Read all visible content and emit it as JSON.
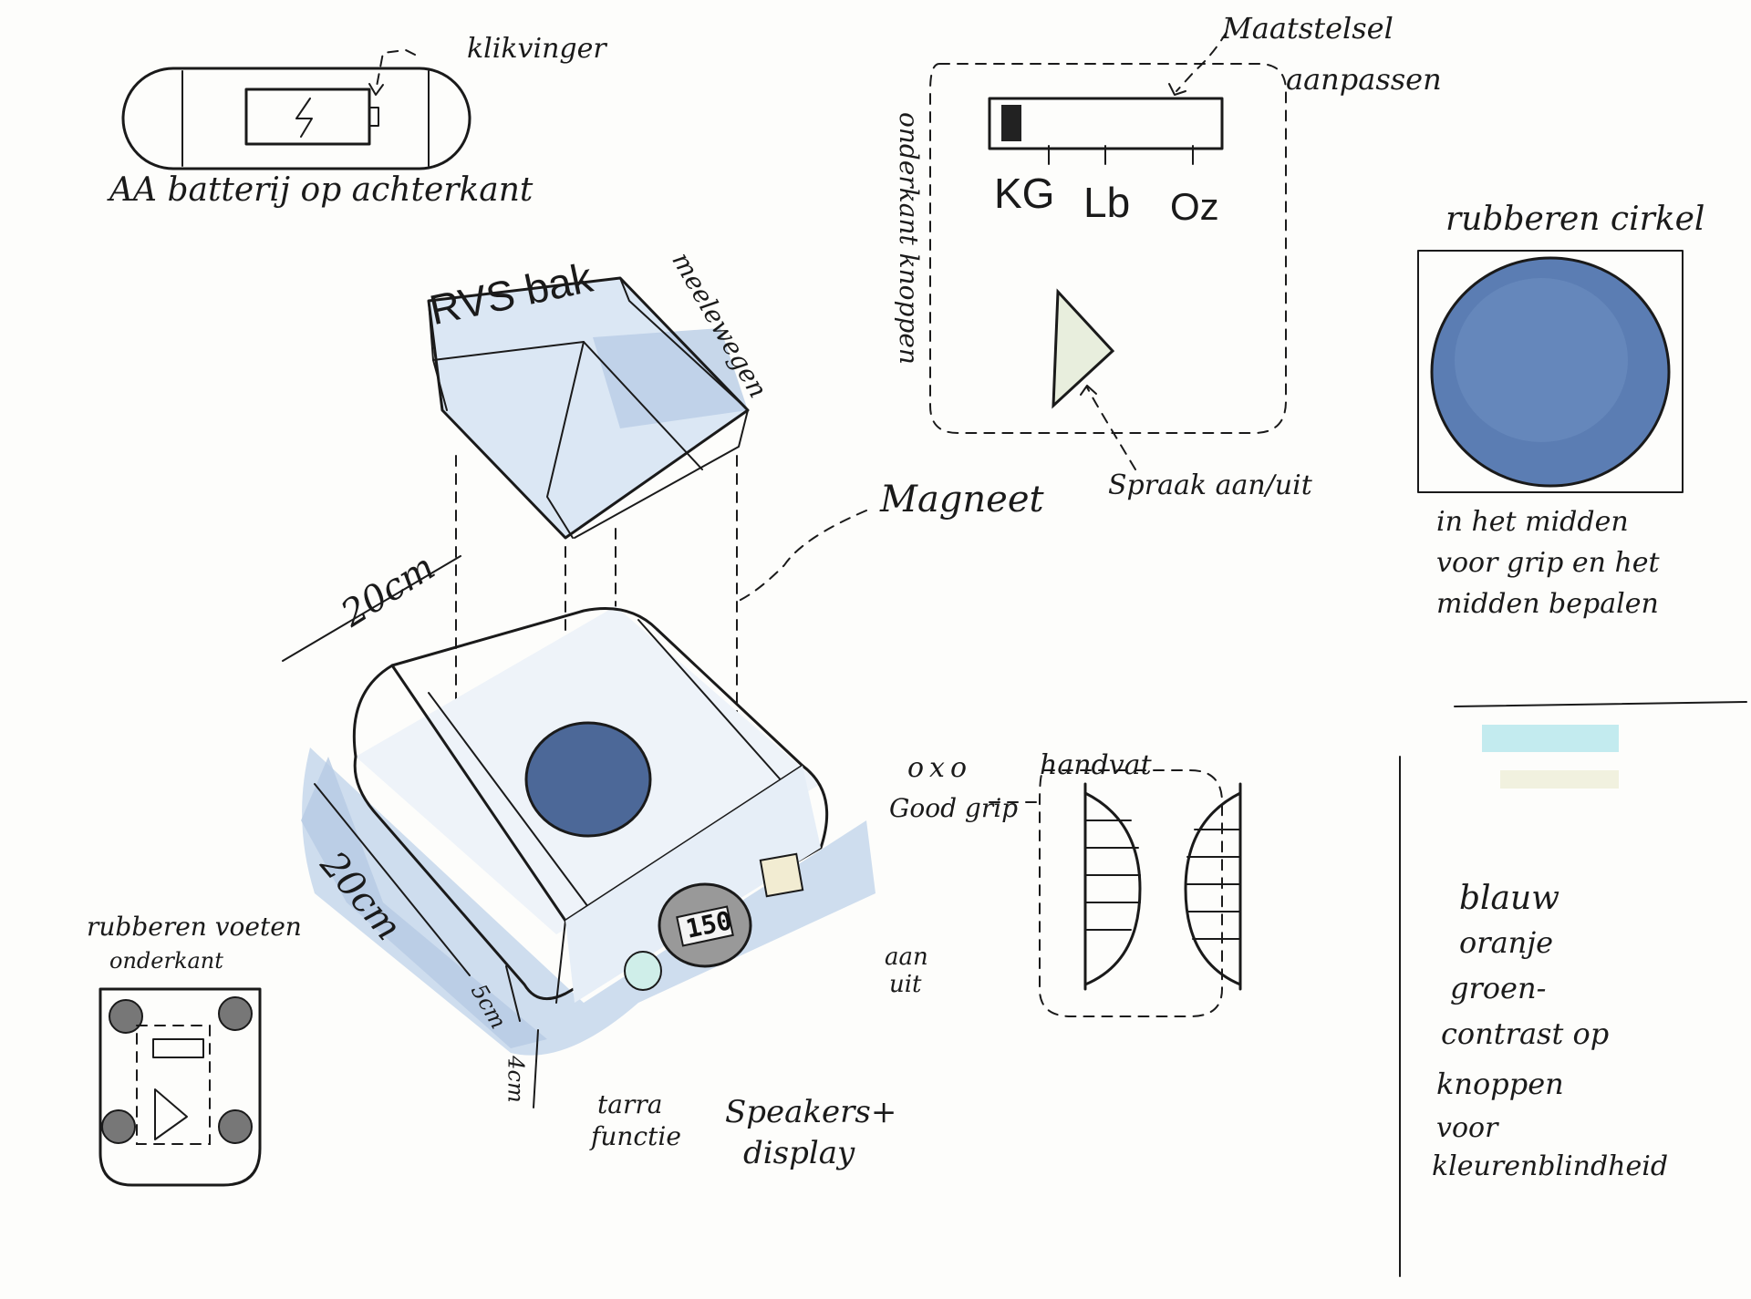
{
  "colors": {
    "ink": "#1a1a1a",
    "blue_wash": "#b9cde6",
    "rubber_blue": "#5b7db3",
    "dark_blue": "#4c6898",
    "mint": "#cfeee9",
    "cream": "#f2ecd2",
    "paper": "#fdfdfb"
  },
  "icons": {
    "battery": "battery-icon",
    "play": "play-triangle-icon"
  },
  "labels": {
    "klikvinger": "klikvinger",
    "aa_batterij": "AA batterij op achterkant",
    "maatstelsel_1": "Maatstelsel",
    "maatstelsel_2": "aanpassen",
    "unit_kg": "KG",
    "unit_lb": "Lb",
    "unit_oz": "Oz",
    "onderkant_knoppen": "onderkant knoppen",
    "spraak": "Spraak aan/uit",
    "rubberen_cirkel": "rubberen cirkel",
    "cirkel_note_1": "in het midden",
    "cirkel_note_2": "voor grip en het",
    "cirkel_note_3": "midden bepalen",
    "rvs_bak": "RVS bak",
    "meelewegen": "meelewegen",
    "magneet": "Magneet",
    "dim_top": "20cm",
    "dim_side": "20cm",
    "dim_5cm": "5cm",
    "dim_4cm": "4cm",
    "oxo": "oxo",
    "good_grip": "Good grip",
    "handvat": "handvat",
    "aan_uit_1": "aan",
    "aan_uit_2": "uit",
    "display": "150",
    "tarra_1": "tarra",
    "tarra_2": "functie",
    "speaker_1": "Speakers+",
    "speaker_2": "display",
    "rubberen_voeten_1": "rubberen voeten",
    "rubberen_voeten_2": "onderkant",
    "kleur_1": "blauw",
    "kleur_2": "oranje",
    "kleur_3": "groen-",
    "kleur_4": "contrast op",
    "kleur_5": "knoppen",
    "kleur_6": "voor",
    "kleur_7": "kleurenblindheid"
  }
}
